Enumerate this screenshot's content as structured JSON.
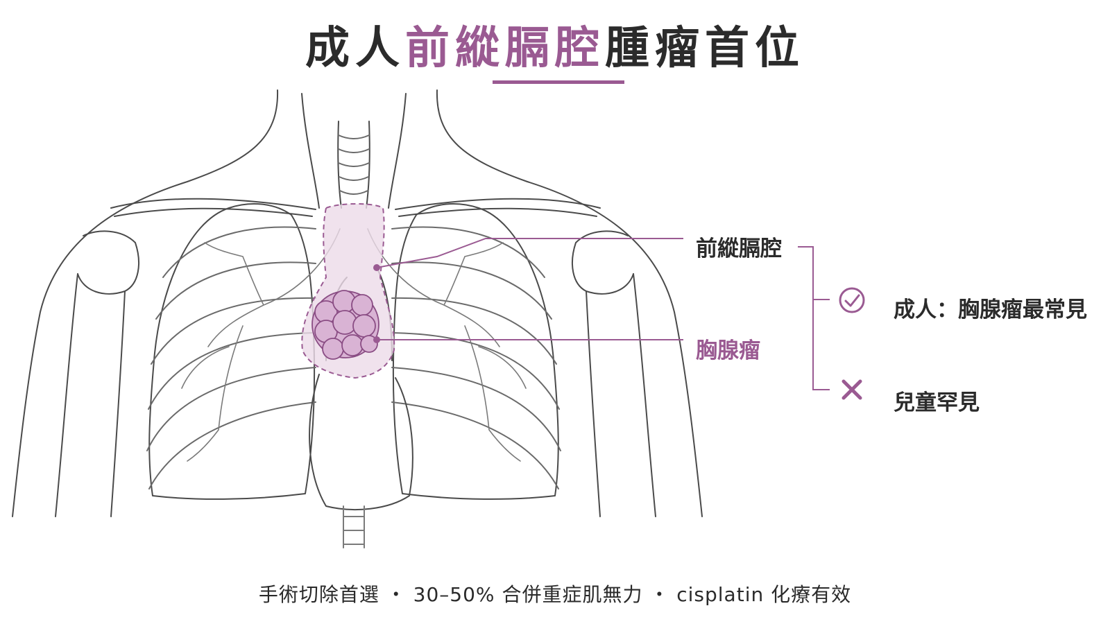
{
  "title": {
    "prefix": "成人",
    "highlight": "前縱膈腔",
    "suffix": "腫瘤首位"
  },
  "labels": {
    "mediastinum": "前縱膈腔",
    "thymoma": "胸腺瘤"
  },
  "branches": {
    "adult": "成人：胸腺瘤最常見",
    "child": "兒童罕見"
  },
  "footer": "手術切除首選 ・ 30–50% 合併重症肌無力 ・ cisplatin 化療有效",
  "colors": {
    "accent": "#9a5a92",
    "line_art": "#4a4a4a",
    "highlight_fill": "#ecdbe9"
  },
  "icons": {
    "adult": "check-circle-icon",
    "child": "x-mark-icon"
  }
}
